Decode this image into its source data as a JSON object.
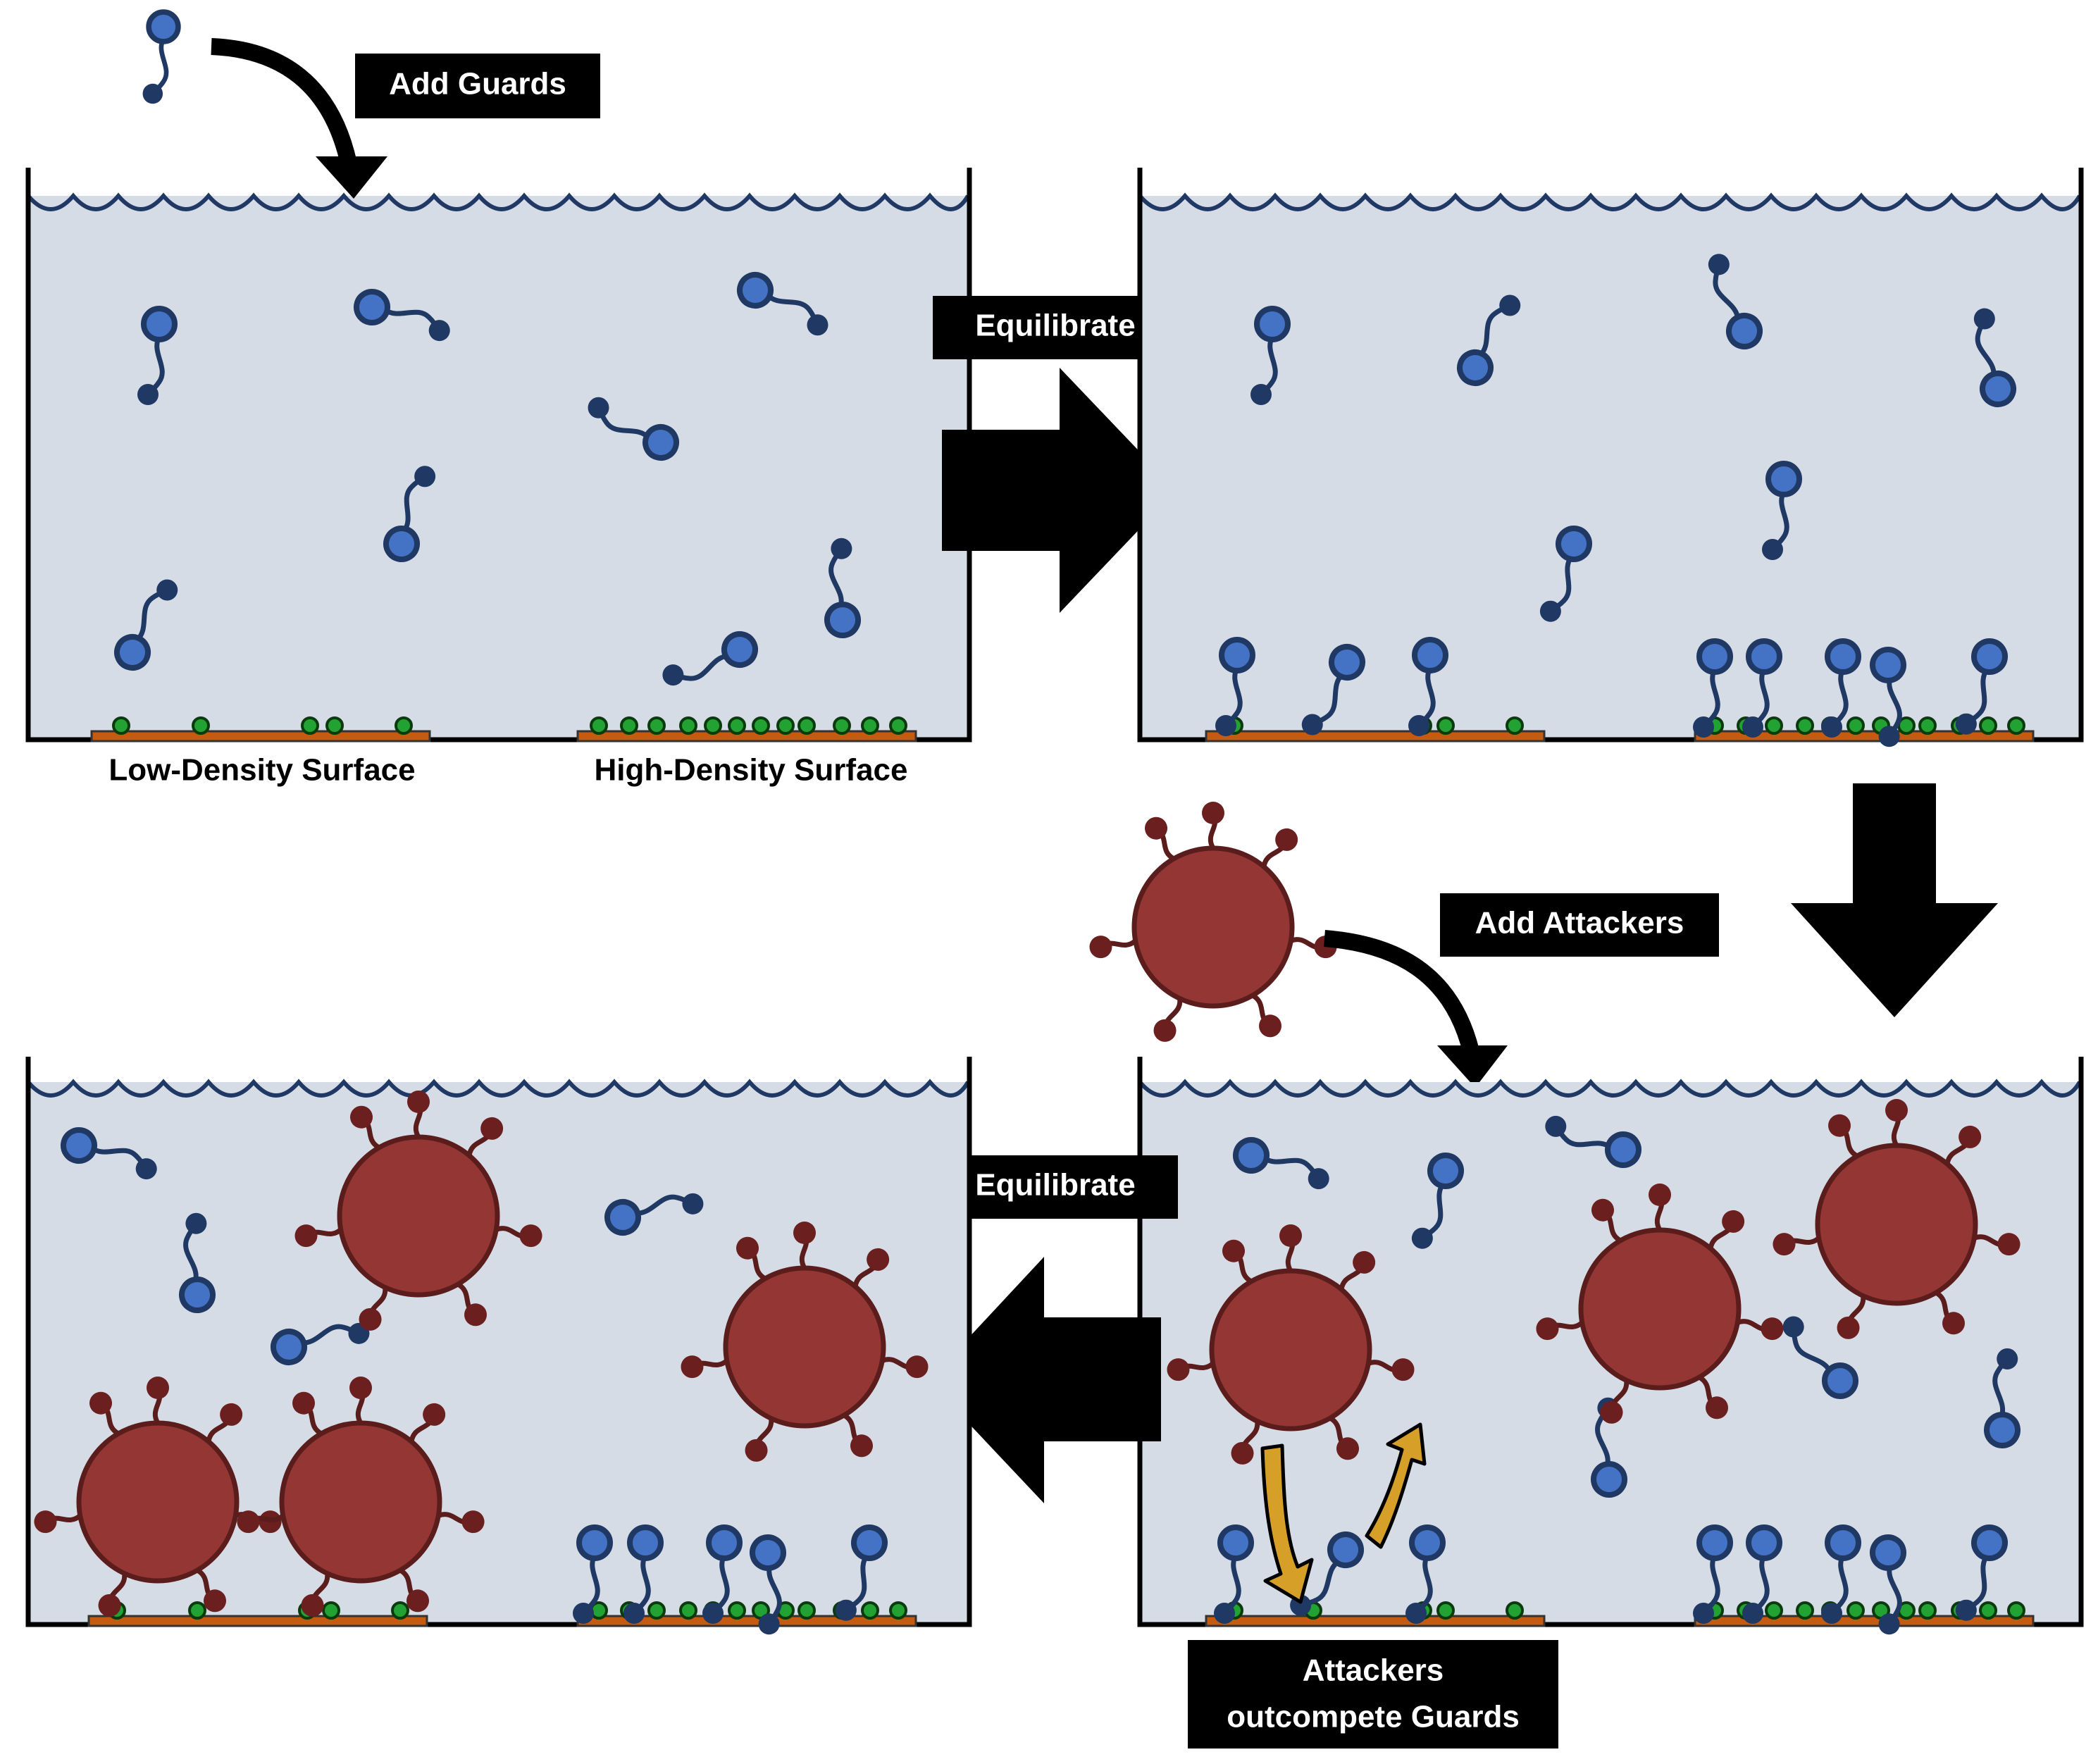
{
  "labels": {
    "add_guards": "Add Guards",
    "equilibrate_top": "Equilibrate",
    "add_attackers": "Add Attackers",
    "equilibrate_bottom": "Equilibrate",
    "outcompete_line1": "Attackers",
    "outcompete_line2": "outcompete Guards",
    "low_density": "Low-Density Surface",
    "high_density": "High-Density Surface"
  },
  "colors": {
    "water": "#d6dce5",
    "guard_head": "#4472c4",
    "guard_tail": "#1f3864",
    "attacker": "#943634",
    "binding_site": "#22a232",
    "surface": "#c55a11",
    "exchange_arrow": "#d6a028"
  },
  "icons": [
    "guard-molecule-icon",
    "attacker-particle-icon",
    "binding-site-icon",
    "process-arrow-icon"
  ]
}
